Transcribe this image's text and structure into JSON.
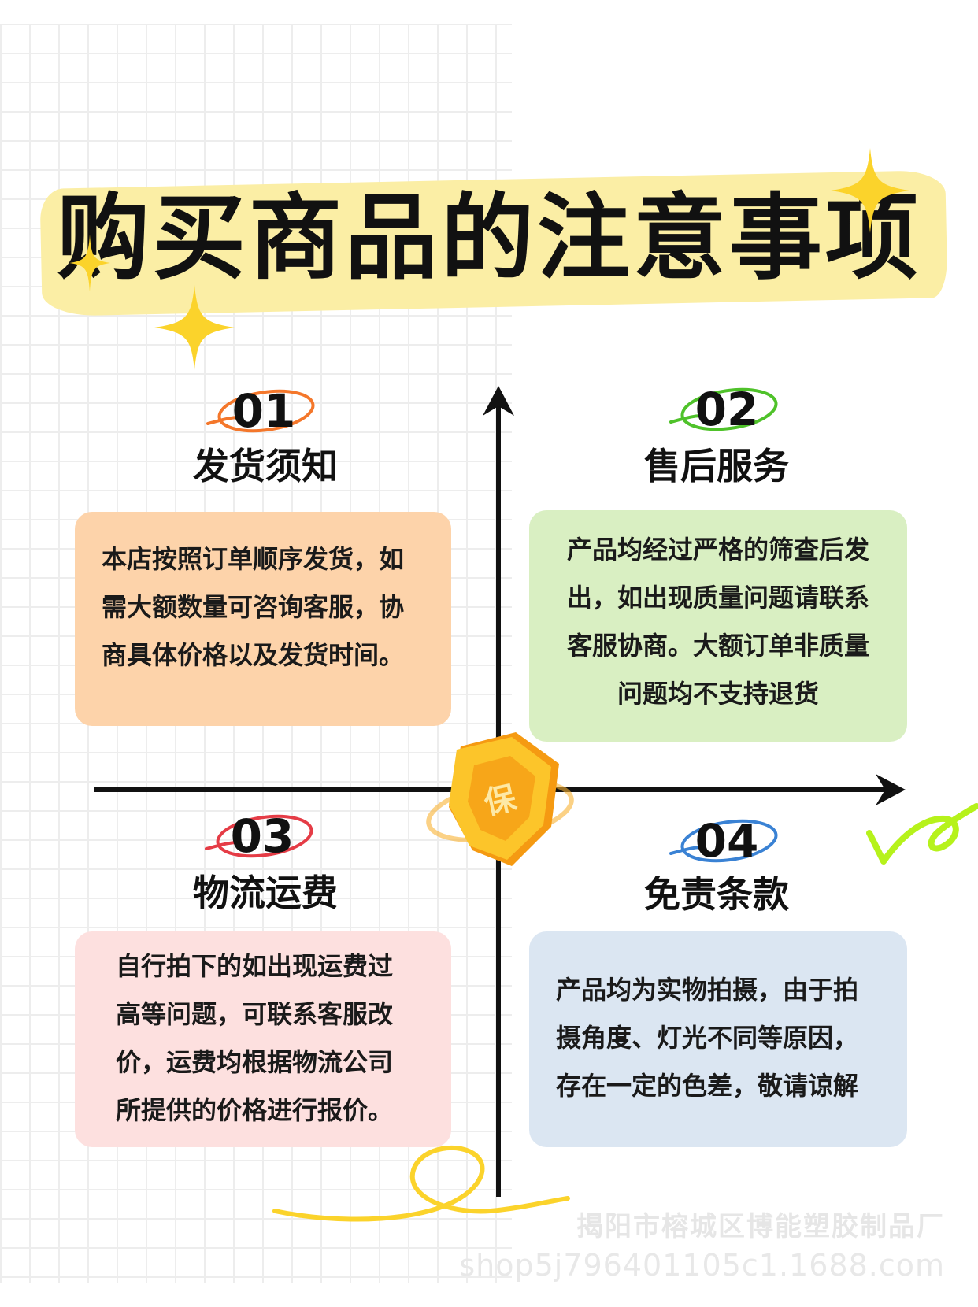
{
  "title": "购买商品的注意事项",
  "colors": {
    "title_band": "#fbeea5",
    "card_orange": "#fdd3aa",
    "card_green": "#d9efc2",
    "card_pink": "#fde0df",
    "card_blue": "#dbe6f2",
    "circle_orange": "#f4772b",
    "circle_green": "#4fc22a",
    "circle_red": "#e53c46",
    "circle_blue": "#3a82d4",
    "sparkle": "#fbd32b",
    "check": "#b6f21b"
  },
  "badge": {
    "label": "保",
    "icon": "shield-icon"
  },
  "sections": [
    {
      "number": "01",
      "heading": "发货须知",
      "lines": [
        "本店按照订单顺序发货，如",
        "需大额数量可咨询客服，协",
        "商具体价格以及发货时间。"
      ]
    },
    {
      "number": "02",
      "heading": "售后服务",
      "lines": [
        "产品均经过严格的筛查后发",
        "出，如出现质量问题请联系",
        "客服协商。大额订单非质量",
        "问题均不支持退货"
      ]
    },
    {
      "number": "03",
      "heading": "物流运费",
      "lines": [
        "自行拍下的如出现运费过",
        "高等问题，可联系客服改",
        "价，运费均根据物流公司",
        "所提供的价格进行报价。"
      ]
    },
    {
      "number": "04",
      "heading": "免责条款",
      "lines": [
        "产品均为实物拍摄，由于拍",
        "摄角度、灯光不同等原因，",
        "存在一定的色差，敬请谅解"
      ]
    }
  ],
  "footer": {
    "company": "揭阳市榕城区博能塑胶制品厂",
    "shop": "shop5j796401105c1.1688.com"
  }
}
